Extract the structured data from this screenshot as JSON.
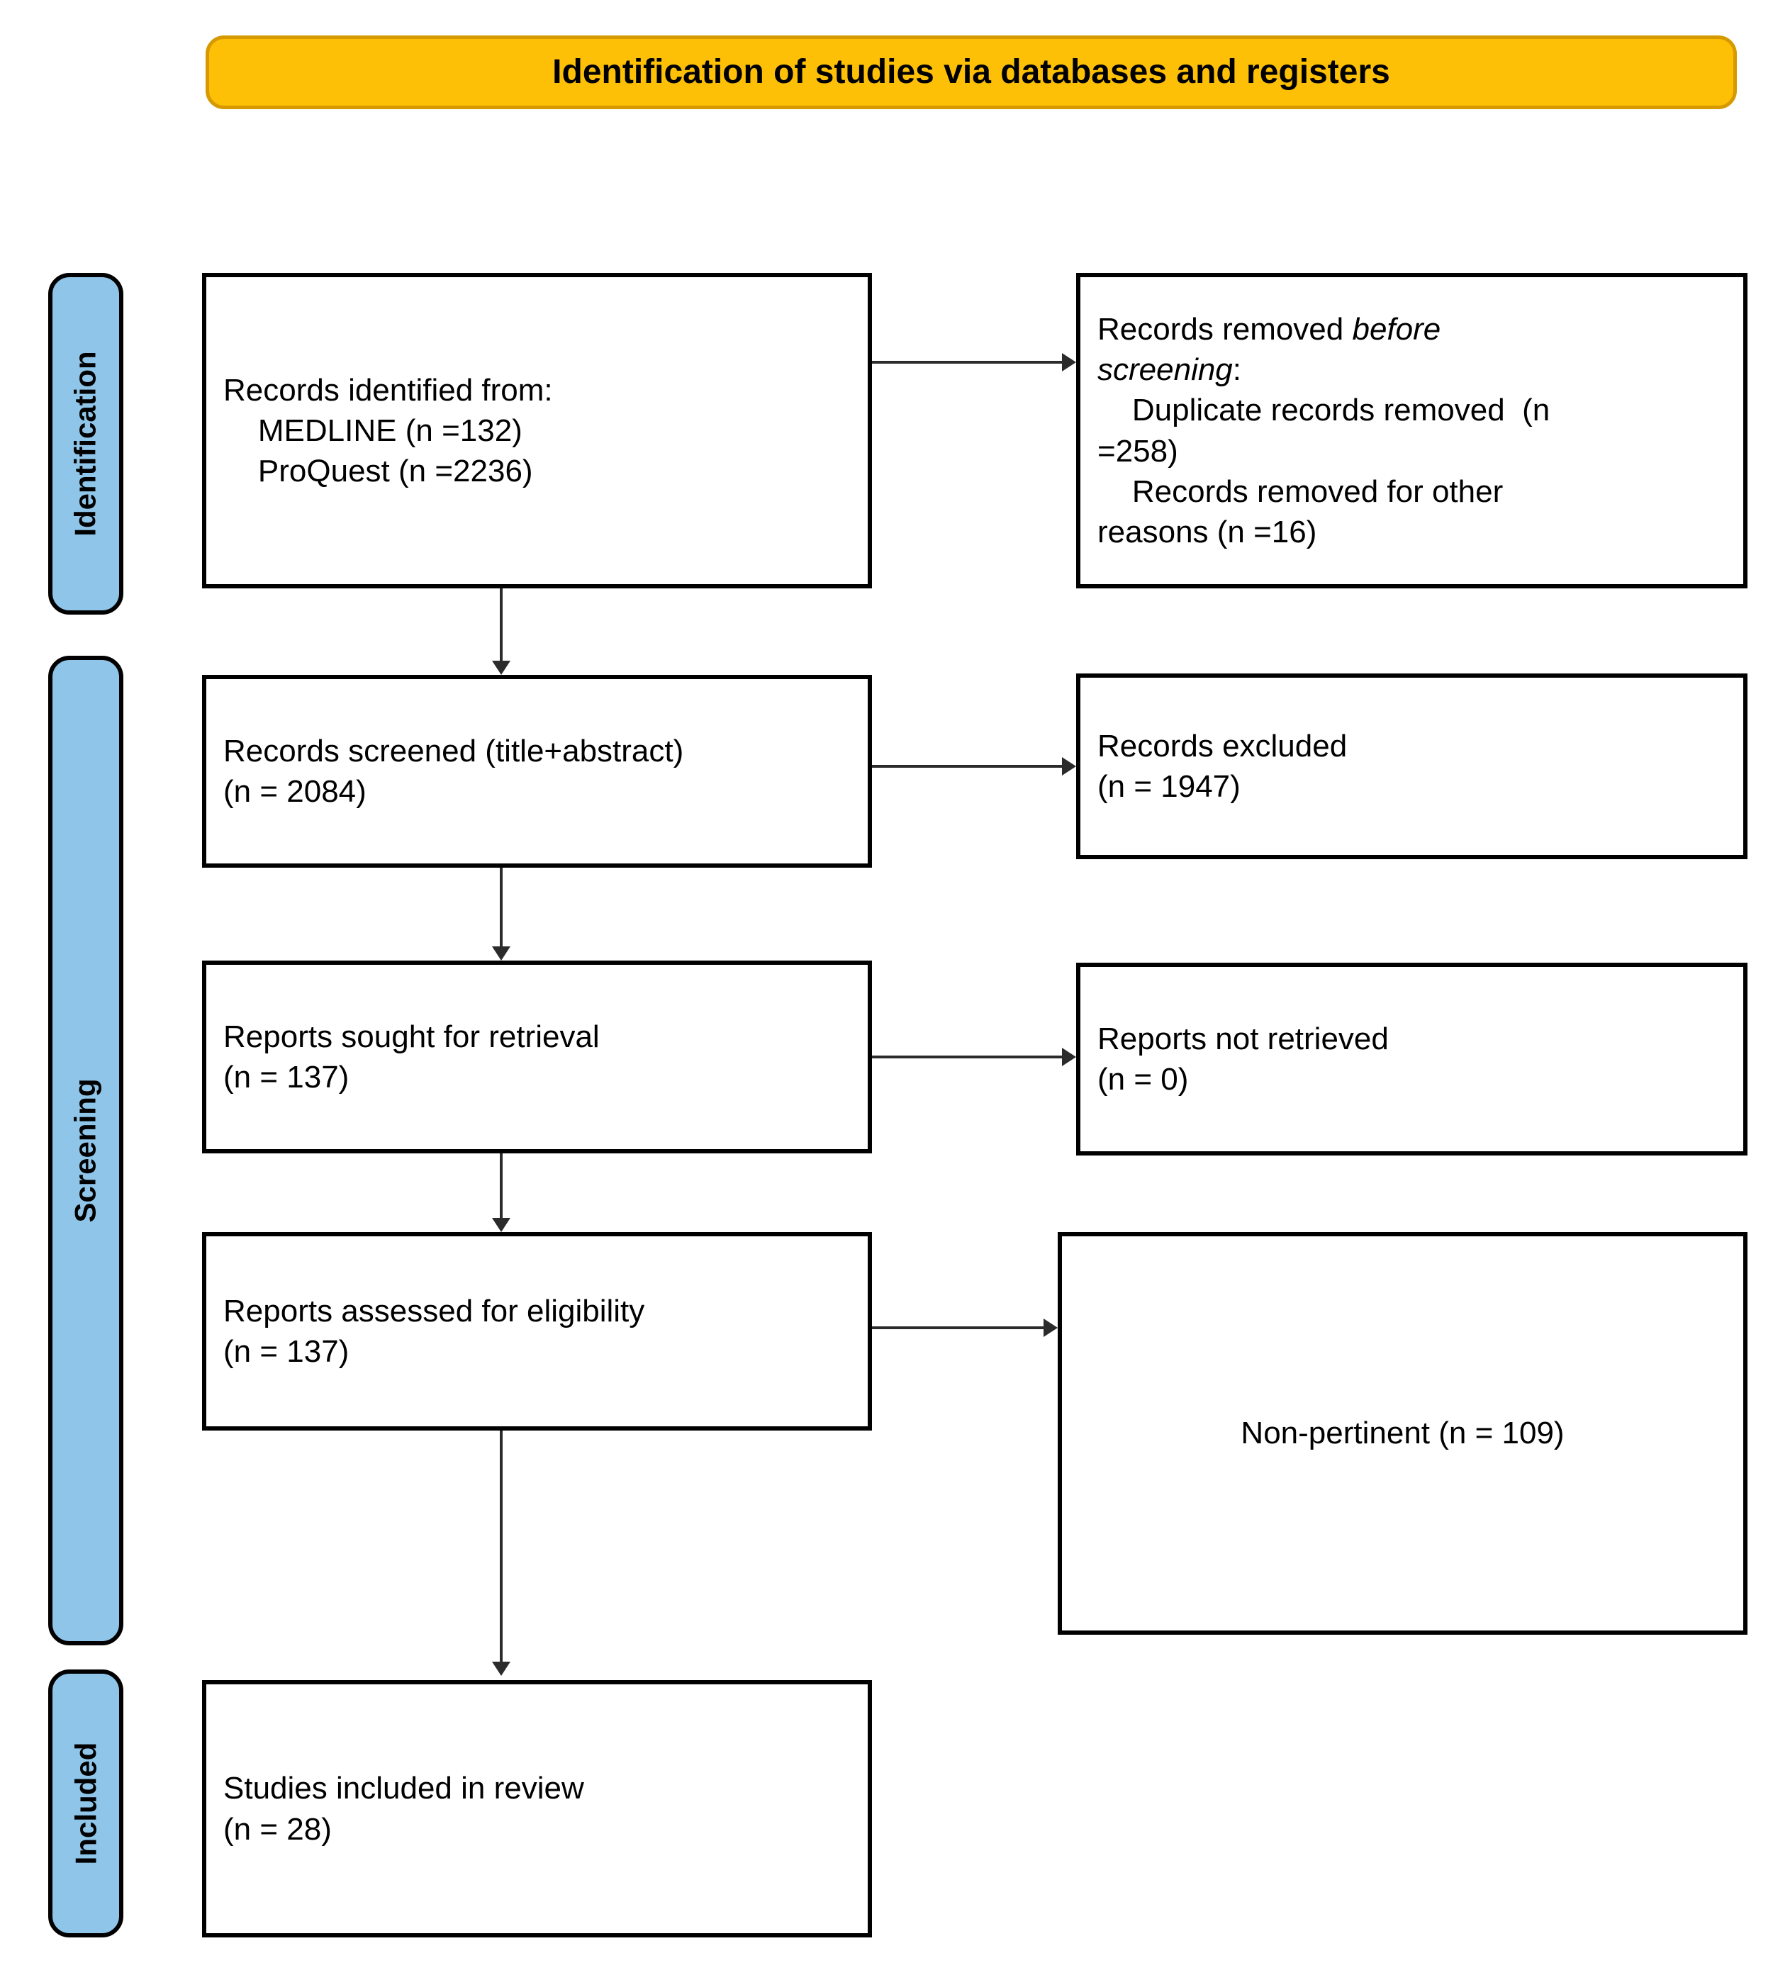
{
  "banner": {
    "title": "Identification of studies via databases and registers",
    "fill_color": "#FDC006",
    "border_color": "#D69A00"
  },
  "phases": [
    {
      "id": "identification",
      "label": "Identification",
      "fill_color": "#8FC5E9"
    },
    {
      "id": "screening",
      "label": "Screening",
      "fill_color": "#8FC5E9"
    },
    {
      "id": "included",
      "label": "Included",
      "fill_color": "#8FC5E9"
    }
  ],
  "boxes": {
    "identified": {
      "line1": "Records identified from:",
      "line2": "    MEDLINE (n =132)",
      "line3": "    ProQuest (n =2236)"
    },
    "removed_before": {
      "line1_plain": "Records removed ",
      "line1_italic": "before",
      "line2_italic": "screening",
      "line2_plain": ":",
      "line3": "    Duplicate records removed  (n",
      "line4": "=258)",
      "line5": "    Records removed for other",
      "line6": "reasons (n =16)"
    },
    "screened": {
      "line1": "Records screened (title+abstract)",
      "line2": "(n = 2084)"
    },
    "excluded": {
      "line1": "Records excluded",
      "line2": "(n = 1947)"
    },
    "sought": {
      "line1": "Reports sought for retrieval",
      "line2": "(n = 137)"
    },
    "not_retrieved": {
      "line1": "Reports not retrieved",
      "line2": "(n = 0)"
    },
    "assessed": {
      "line1": "Reports assessed for eligibility",
      "line2": "(n = 137)"
    },
    "nonpertinent": {
      "line1": "Non-pertinent (n = 109)"
    },
    "included": {
      "line1": "Studies included in review",
      "line2": "(n = 28)"
    }
  },
  "flow_data": {
    "type": "prisma-flow-diagram",
    "records_identified_medline": 132,
    "records_identified_proquest": 2236,
    "duplicate_records_removed": 258,
    "records_removed_other_reasons": 16,
    "records_screened": 2084,
    "records_excluded": 1947,
    "reports_sought_for_retrieval": 137,
    "reports_not_retrieved": 0,
    "reports_assessed_for_eligibility": 137,
    "non_pertinent": 109,
    "studies_included_in_review": 28
  }
}
